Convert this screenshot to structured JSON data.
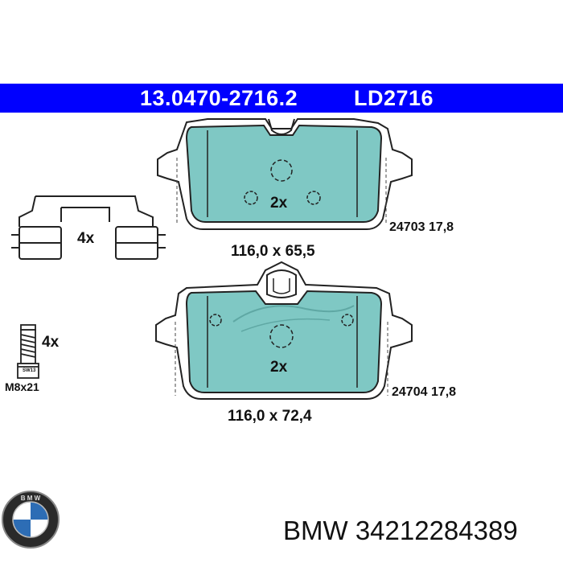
{
  "header": {
    "part_number": "13.0470-2716.2",
    "ref": "LD2716"
  },
  "pad_top": {
    "quantity": "2x",
    "dimensions": "116,0 x 65,5",
    "code": "24703 17,8"
  },
  "pad_bottom": {
    "quantity": "2x",
    "dimensions": "116,0 x 72,4",
    "code": "24704 17,8"
  },
  "clip": {
    "quantity": "4x"
  },
  "bolt": {
    "quantity": "4x",
    "size": "M8x21",
    "mark": "SW13"
  },
  "footer": {
    "brand_part": "BMW 34212284389"
  },
  "colors": {
    "header_bar": "#0000ff",
    "pad_fill": "#7fc8c4",
    "line": "#222222"
  }
}
